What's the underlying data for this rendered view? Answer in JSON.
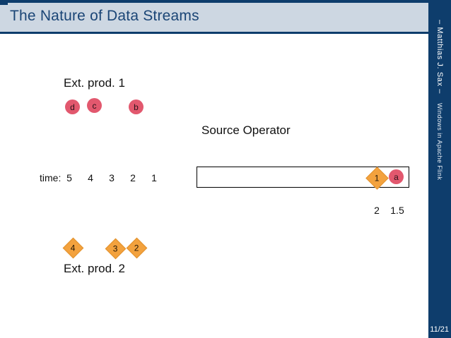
{
  "header": {
    "title": "The Nature of Data Streams"
  },
  "sidebar": {
    "author": "– Matthias J. Sax –",
    "deck_title": "Windows in Apache Flink",
    "page_number": "11/21"
  },
  "colors": {
    "navy": "#0e3d6c",
    "header_bg": "#cdd7e2",
    "title_text": "#1a4576",
    "event_pink": "#e2586e",
    "event_orange": "#f3a23e"
  },
  "diagram": {
    "producer1_label": "Ext. prod. 1",
    "producer2_label": "Ext. prod. 2",
    "source_operator_label": "Source Operator",
    "time_prefix": "time:",
    "time_ticks": [
      "5",
      "4",
      "3",
      "2",
      "1"
    ],
    "producer1_events": [
      {
        "label": "d"
      },
      {
        "label": "c"
      },
      {
        "label": "b"
      }
    ],
    "producer2_events": [
      {
        "label": "4"
      },
      {
        "label": "3"
      },
      {
        "label": "2"
      }
    ],
    "buffer_events": [
      {
        "label": "1",
        "shape": "diamond"
      },
      {
        "label": "a",
        "shape": "circle"
      }
    ],
    "buffer_timestamps": [
      "2",
      "1.5"
    ]
  }
}
